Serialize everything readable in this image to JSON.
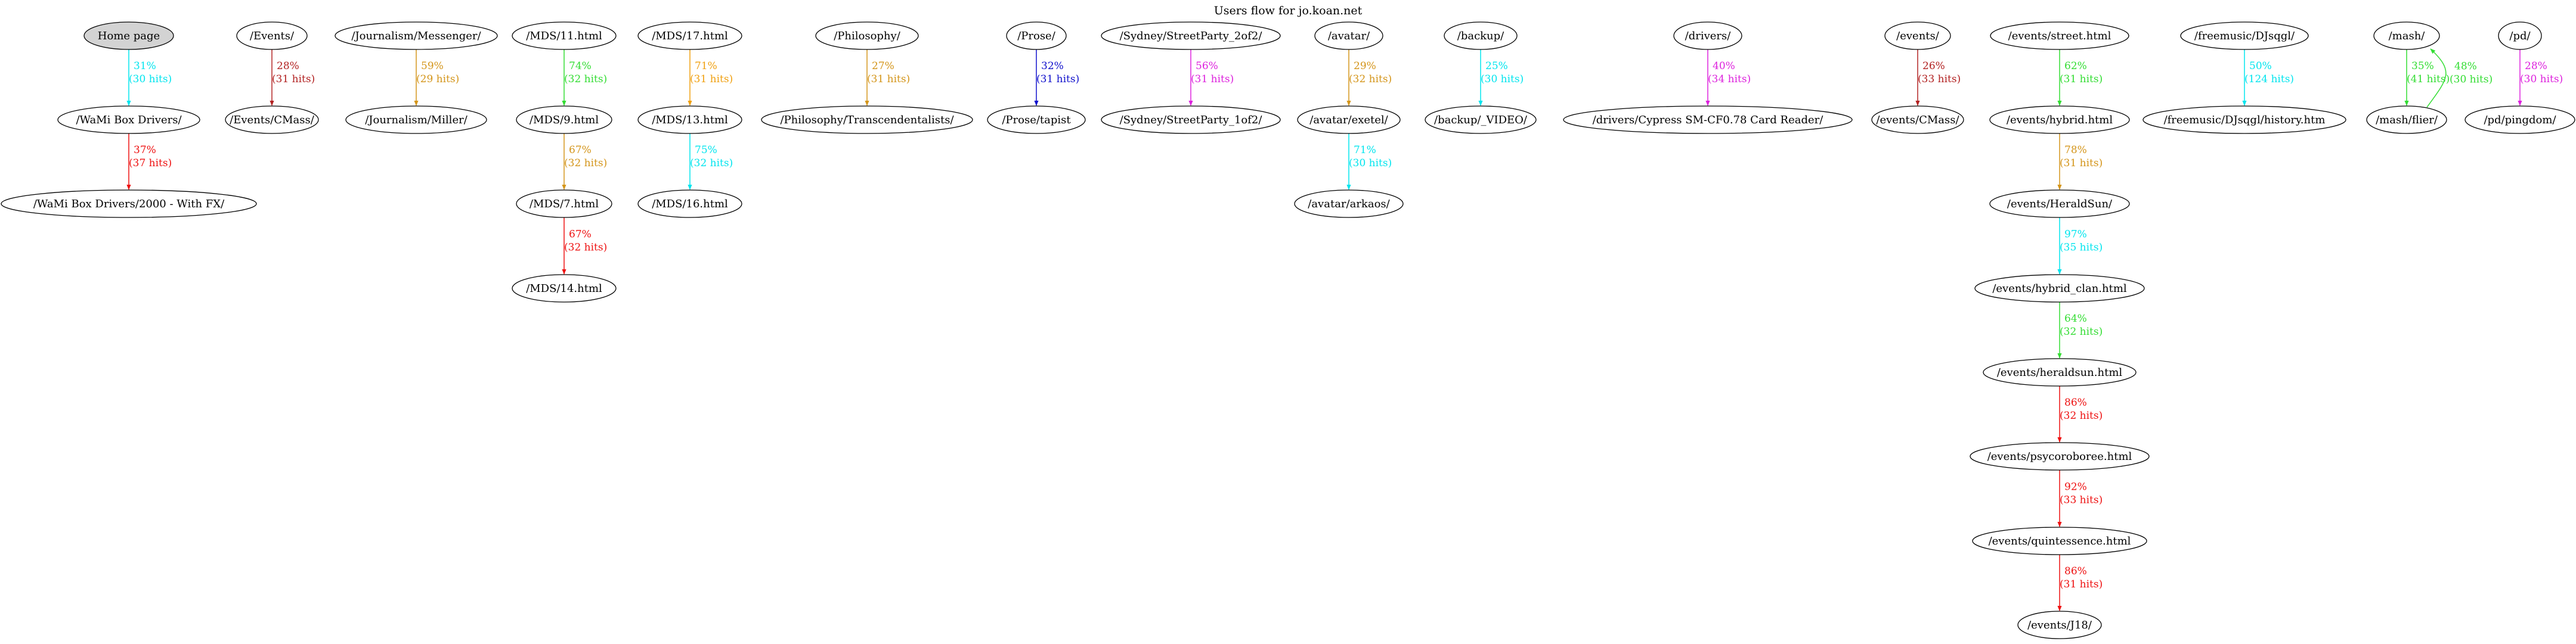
{
  "title": "Users flow for jo.koan.net",
  "colors": {
    "cyan": "#00e5ee",
    "brown": "#b22222",
    "goldenrod": "#d4951a",
    "green": "#33dd33",
    "orange": "#f0a010",
    "blue": "#1010cc",
    "magenta": "#dd22dd",
    "red": "#ee1111"
  },
  "nodes": [
    {
      "id": "n_home",
      "label": "Home page",
      "shaded": true
    },
    {
      "id": "n_wami",
      "label": "/WaMi Box Drivers/"
    },
    {
      "id": "n_wami2000",
      "label": "/WaMi Box Drivers/2000 - With FX/"
    },
    {
      "id": "n_Events",
      "label": "/Events/"
    },
    {
      "id": "n_EventsCMass",
      "label": "/Events/CMass/"
    },
    {
      "id": "n_journ",
      "label": "/Journalism/Messenger/"
    },
    {
      "id": "n_journMiller",
      "label": "/Journalism/Miller/"
    },
    {
      "id": "n_mds11",
      "label": "/MDS/11.html"
    },
    {
      "id": "n_mds9",
      "label": "/MDS/9.html"
    },
    {
      "id": "n_mds7",
      "label": "/MDS/7.html"
    },
    {
      "id": "n_mds14",
      "label": "/MDS/14.html"
    },
    {
      "id": "n_mds17",
      "label": "/MDS/17.html"
    },
    {
      "id": "n_mds13",
      "label": "/MDS/13.html"
    },
    {
      "id": "n_mds16",
      "label": "/MDS/16.html"
    },
    {
      "id": "n_philo",
      "label": "/Philosophy/"
    },
    {
      "id": "n_philoT",
      "label": "/Philosophy/Transcendentalists/"
    },
    {
      "id": "n_prose",
      "label": "/Prose/"
    },
    {
      "id": "n_proseT",
      "label": "/Prose/tapist"
    },
    {
      "id": "n_syd2",
      "label": "/Sydney/StreetParty_2of2/"
    },
    {
      "id": "n_syd1",
      "label": "/Sydney/StreetParty_1of2/"
    },
    {
      "id": "n_avatar",
      "label": "/avatar/"
    },
    {
      "id": "n_avatarE",
      "label": "/avatar/exetel/"
    },
    {
      "id": "n_avatarA",
      "label": "/avatar/arkaos/"
    },
    {
      "id": "n_backup",
      "label": "/backup/"
    },
    {
      "id": "n_backupV",
      "label": "/backup/_VIDEO/"
    },
    {
      "id": "n_drivers",
      "label": "/drivers/"
    },
    {
      "id": "n_driversC",
      "label": "/drivers/Cypress SM-CF0.78 Card Reader/"
    },
    {
      "id": "n_events",
      "label": "/events/"
    },
    {
      "id": "n_eventsCMass",
      "label": "/events/CMass/"
    },
    {
      "id": "n_street",
      "label": "/events/street.html"
    },
    {
      "id": "n_hybrid",
      "label": "/events/hybrid.html"
    },
    {
      "id": "n_herald",
      "label": "/events/HeraldSun/"
    },
    {
      "id": "n_hybridclan",
      "label": "/events/hybrid_clan.html"
    },
    {
      "id": "n_heraldsun",
      "label": "/events/heraldsun.html"
    },
    {
      "id": "n_psy",
      "label": "/events/psycoroboree.html"
    },
    {
      "id": "n_quint",
      "label": "/events/quintessence.html"
    },
    {
      "id": "n_j18",
      "label": "/events/J18/"
    },
    {
      "id": "n_free",
      "label": "/freemusic/DJsqgl/"
    },
    {
      "id": "n_freeH",
      "label": "/freemusic/DJsqgl/history.htm"
    },
    {
      "id": "n_mash",
      "label": "/mash/"
    },
    {
      "id": "n_mashF",
      "label": "/mash/flier/"
    },
    {
      "id": "n_pd",
      "label": "/pd/"
    },
    {
      "id": "n_pdP",
      "label": "/pd/pingdom/"
    }
  ],
  "edges": [
    {
      "id": "e1",
      "from": "n_home",
      "to": "n_wami",
      "pct": "31%",
      "hits": "(30 hits)",
      "color": "cyan"
    },
    {
      "id": "e2",
      "from": "n_wami",
      "to": "n_wami2000",
      "pct": "37%",
      "hits": "(37 hits)",
      "color": "red"
    },
    {
      "id": "e3",
      "from": "n_Events",
      "to": "n_EventsCMass",
      "pct": "28%",
      "hits": "(31 hits)",
      "color": "brown"
    },
    {
      "id": "e4",
      "from": "n_journ",
      "to": "n_journMiller",
      "pct": "59%",
      "hits": "(29 hits)",
      "color": "goldenrod"
    },
    {
      "id": "e5",
      "from": "n_mds11",
      "to": "n_mds9",
      "pct": "74%",
      "hits": "(32 hits)",
      "color": "green"
    },
    {
      "id": "e6",
      "from": "n_mds9",
      "to": "n_mds7",
      "pct": "67%",
      "hits": "(32 hits)",
      "color": "goldenrod"
    },
    {
      "id": "e7",
      "from": "n_mds7",
      "to": "n_mds14",
      "pct": "67%",
      "hits": "(32 hits)",
      "color": "red"
    },
    {
      "id": "e8",
      "from": "n_mds17",
      "to": "n_mds13",
      "pct": "71%",
      "hits": "(31 hits)",
      "color": "orange"
    },
    {
      "id": "e9",
      "from": "n_mds13",
      "to": "n_mds16",
      "pct": "75%",
      "hits": "(32 hits)",
      "color": "cyan"
    },
    {
      "id": "e10",
      "from": "n_philo",
      "to": "n_philoT",
      "pct": "27%",
      "hits": "(31 hits)",
      "color": "goldenrod"
    },
    {
      "id": "e11",
      "from": "n_prose",
      "to": "n_proseT",
      "pct": "32%",
      "hits": "(31 hits)",
      "color": "blue"
    },
    {
      "id": "e12",
      "from": "n_syd2",
      "to": "n_syd1",
      "pct": "56%",
      "hits": "(31 hits)",
      "color": "magenta"
    },
    {
      "id": "e13",
      "from": "n_avatar",
      "to": "n_avatarE",
      "pct": "29%",
      "hits": "(32 hits)",
      "color": "goldenrod"
    },
    {
      "id": "e14",
      "from": "n_avatarE",
      "to": "n_avatarA",
      "pct": "71%",
      "hits": "(30 hits)",
      "color": "cyan"
    },
    {
      "id": "e15",
      "from": "n_backup",
      "to": "n_backupV",
      "pct": "25%",
      "hits": "(30 hits)",
      "color": "cyan"
    },
    {
      "id": "e16",
      "from": "n_drivers",
      "to": "n_driversC",
      "pct": "40%",
      "hits": "(34 hits)",
      "color": "magenta"
    },
    {
      "id": "e17",
      "from": "n_events",
      "to": "n_eventsCMass",
      "pct": "26%",
      "hits": "(33 hits)",
      "color": "brown"
    },
    {
      "id": "e18",
      "from": "n_street",
      "to": "n_hybrid",
      "pct": "62%",
      "hits": "(31 hits)",
      "color": "green"
    },
    {
      "id": "e19",
      "from": "n_hybrid",
      "to": "n_herald",
      "pct": "78%",
      "hits": "(31 hits)",
      "color": "goldenrod"
    },
    {
      "id": "e20",
      "from": "n_herald",
      "to": "n_hybridclan",
      "pct": "97%",
      "hits": "(35 hits)",
      "color": "cyan"
    },
    {
      "id": "e21",
      "from": "n_hybridclan",
      "to": "n_heraldsun",
      "pct": "64%",
      "hits": "(32 hits)",
      "color": "green"
    },
    {
      "id": "e22",
      "from": "n_heraldsun",
      "to": "n_psy",
      "pct": "86%",
      "hits": "(32 hits)",
      "color": "red"
    },
    {
      "id": "e23",
      "from": "n_psy",
      "to": "n_quint",
      "pct": "92%",
      "hits": "(33 hits)",
      "color": "red"
    },
    {
      "id": "e24",
      "from": "n_quint",
      "to": "n_j18",
      "pct": "86%",
      "hits": "(31 hits)",
      "color": "red"
    },
    {
      "id": "e25",
      "from": "n_free",
      "to": "n_freeH",
      "pct": "50%",
      "hits": "(124 hits)",
      "color": "cyan"
    },
    {
      "id": "e26",
      "from": "n_mash",
      "to": "n_mashF",
      "pct": "35%",
      "hits": "(41 hits)",
      "color": "green"
    },
    {
      "id": "e27",
      "from": "n_mashF",
      "to": "n_mash",
      "pct": "48%",
      "hits": "(30 hits)",
      "color": "green",
      "curved": true
    },
    {
      "id": "e28",
      "from": "n_pd",
      "to": "n_pdP",
      "pct": "28%",
      "hits": "(30 hits)",
      "color": "magenta"
    }
  ]
}
